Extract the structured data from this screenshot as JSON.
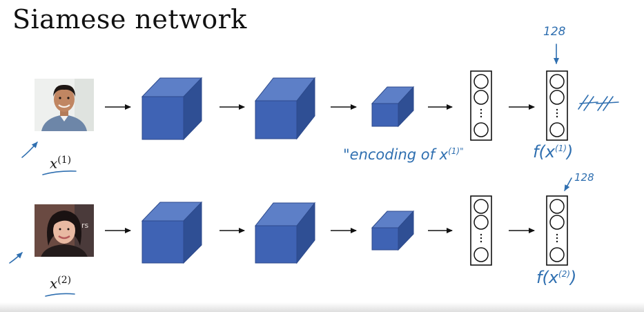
{
  "title": "Siamese network",
  "rows": [
    {
      "input_label": "x",
      "input_sup": "(1)",
      "photo": "person-photo-man"
    },
    {
      "input_label": "x",
      "input_sup": "(2)",
      "photo": "person-photo-woman"
    }
  ],
  "annotations": {
    "encoding_text": "\"encoding of x",
    "encoding_sup": "(1)\"",
    "dim_top": "128",
    "dim_bottom": "128",
    "f1": "f(x",
    "f1_sup": "(1)",
    "f1_close": ")",
    "f2": "f(x",
    "f2_sup": "(2)",
    "f2_close": ")"
  },
  "colors": {
    "cube_front": "#3f63b4",
    "cube_top": "#5d7fc7",
    "cube_side": "#2f4f94",
    "ink": "#2f6fb0"
  }
}
